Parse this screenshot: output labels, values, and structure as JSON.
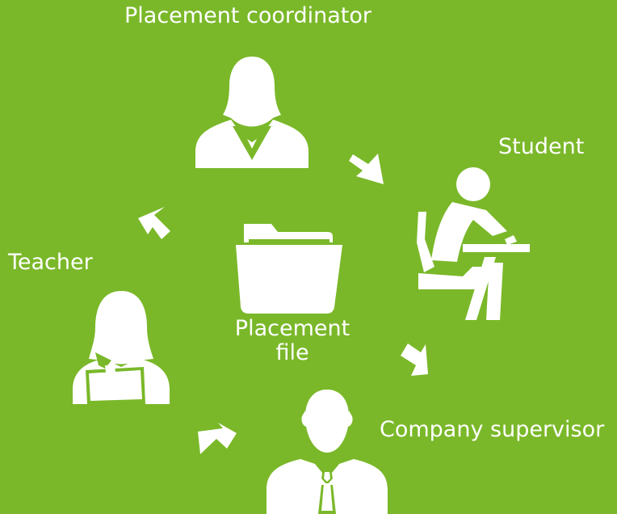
{
  "roles": {
    "coordinator": "Placement coordinator",
    "student": "Student",
    "teacher": "Teacher",
    "supervisor": "Company supervisor"
  },
  "center": {
    "line1": "Placement",
    "line2": "file"
  },
  "colors": {
    "background": "#7ab829",
    "foreground": "#ffffff"
  },
  "icons": {
    "coordinator": "woman-with-collar-icon",
    "student": "student-at-desk-icon",
    "teacher": "woman-holding-document-icon",
    "supervisor": "man-with-tie-icon",
    "center": "folder-icon",
    "arrows": "curved-arrow-icon"
  }
}
